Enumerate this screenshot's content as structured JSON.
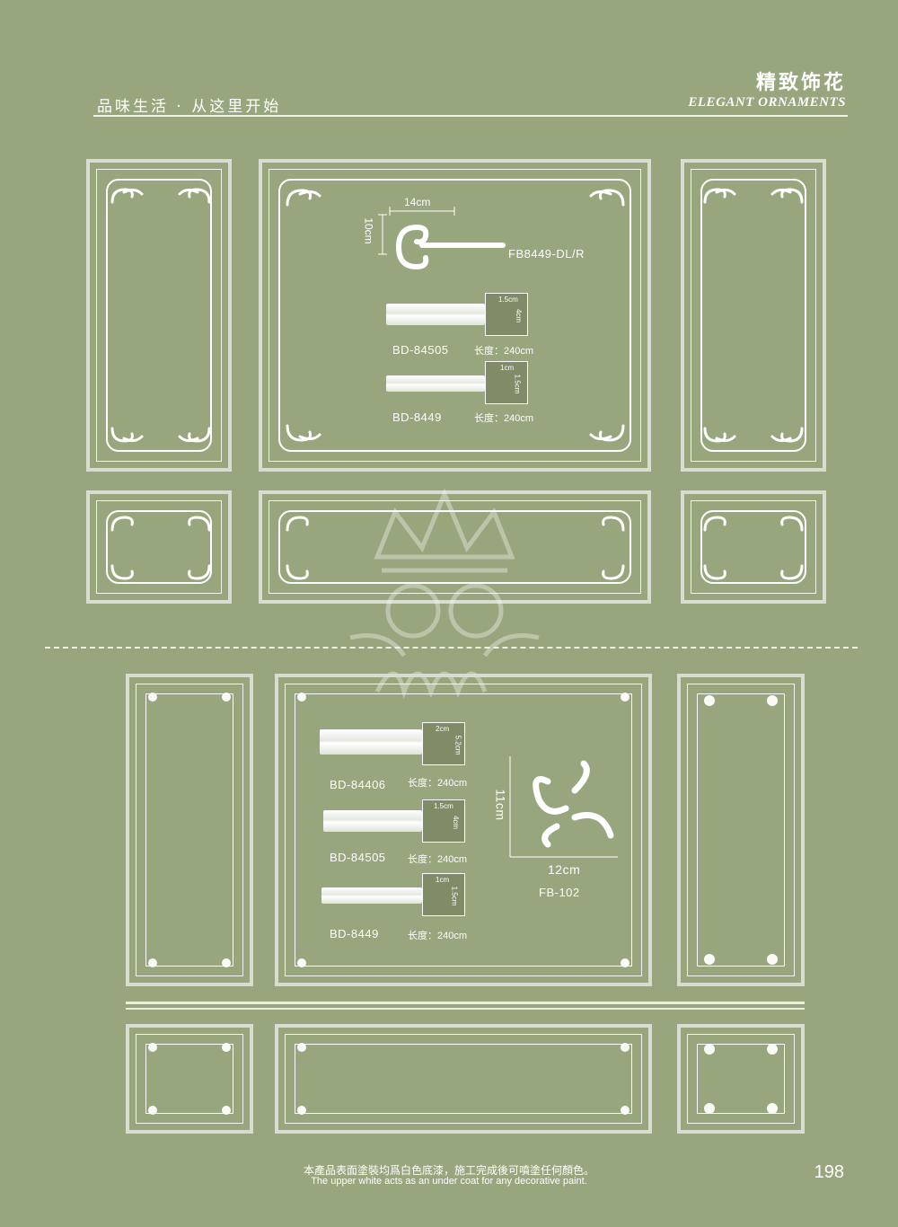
{
  "header": {
    "slogan": "品味生活 · 从这里开始",
    "title_cn": "精致饰花",
    "title_en": "ELEGANT ORNAMENTS"
  },
  "top_products": {
    "corner": {
      "code": "FB8449-DL/R",
      "width": "14cm",
      "height": "10cm"
    },
    "molding1": {
      "code": "BD-84505",
      "length": "长度：240cm",
      "w": "1.5cm",
      "h": "4cm"
    },
    "molding2": {
      "code": "BD-8449",
      "length": "长度：240cm",
      "w": "1cm",
      "h": "1.5cm"
    }
  },
  "bottom_products": {
    "molding1": {
      "code": "BD-84406",
      "length": "长度：240cm",
      "w": "2cm",
      "h": "5.2cm"
    },
    "molding2": {
      "code": "BD-84505",
      "length": "长度：240cm",
      "w": "1.5cm",
      "h": "4cm"
    },
    "molding3": {
      "code": "BD-8449",
      "length": "长度：240cm",
      "w": "1cm",
      "h": "1.5cm"
    },
    "ornament": {
      "code": "FB-102",
      "width": "12cm",
      "height": "11cm"
    }
  },
  "footer": {
    "note_cn": "本產品表面塗裝均爲白色底漆，施工完成後可噴塗任何顏色。",
    "note_en": "The upper white acts as an under coat for any decorative paint.",
    "page_number": "198"
  },
  "colors": {
    "background": "#97a67c",
    "accent": "#ffffff"
  }
}
